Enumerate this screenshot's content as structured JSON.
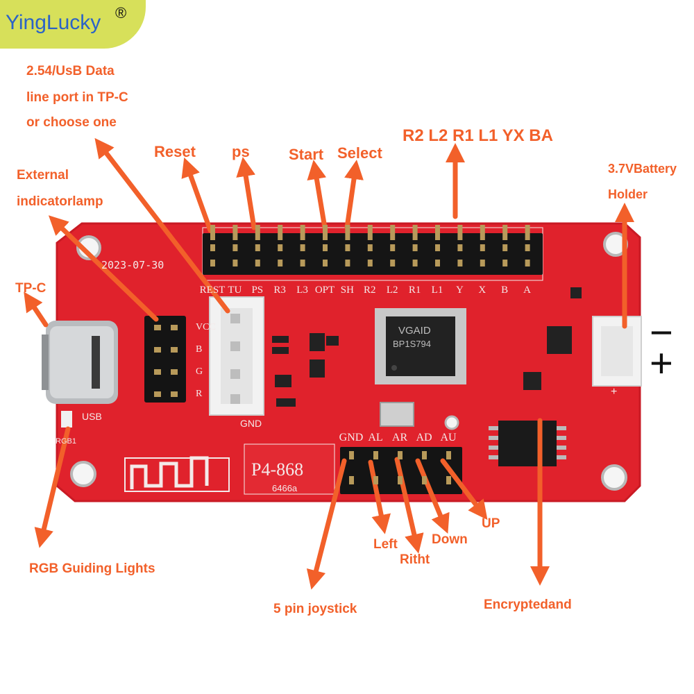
{
  "brand": {
    "logo_text": "YingLucky",
    "registered_mark": "®"
  },
  "board": {
    "date_code": "2023-07-30",
    "model": "P4-868",
    "sub_model": "6466a",
    "chip_brand": "VGAID",
    "chip_part": "BP1S794",
    "header_pin_labels": [
      "REST",
      "TU",
      "PS",
      "R3",
      "L3",
      "OPT",
      "SH",
      "R2",
      "L2",
      "R1",
      "L1",
      "Y",
      "X",
      "B",
      "A"
    ],
    "joystick_pin_labels": [
      "GND",
      "AL",
      "AR",
      "AD",
      "AU"
    ],
    "led_header_labels": [
      "VCC",
      "B",
      "G",
      "R"
    ],
    "usb_label": "USB",
    "rgb_label": "RGB1",
    "connector_label": "GND",
    "battery_plus": "+",
    "minus_symbol": "−",
    "plus_symbol": "+"
  },
  "callouts": {
    "data_port_line1": "2.54/UsB Data",
    "data_port_line2": "line port in TP-C",
    "data_port_line3": "or choose one",
    "external_lamp_line1": "External",
    "external_lamp_line2": "indicatorlamp",
    "tpc": "TP-C",
    "reset": "Reset",
    "ps": "ps",
    "start": "Start",
    "select": "Select",
    "buttons": "R2 L2 R1 L1 YX BA",
    "battery_line1": "3.7VBattery",
    "battery_line2": "Holder",
    "rgb_lights": "RGB Guiding Lights",
    "joystick": "5 pin joystick",
    "left": "Left",
    "right": "Ritht",
    "down": "Down",
    "up": "UP",
    "encrypted": "Encryptedand"
  },
  "colors": {
    "pcb_red": "#e0222c",
    "pcb_edge": "#c91a24",
    "silkscreen": "#f4e9e9",
    "arrow_orange": "#f2602a",
    "logo_bg": "#d7e05a",
    "logo_text": "#2b63c7"
  }
}
